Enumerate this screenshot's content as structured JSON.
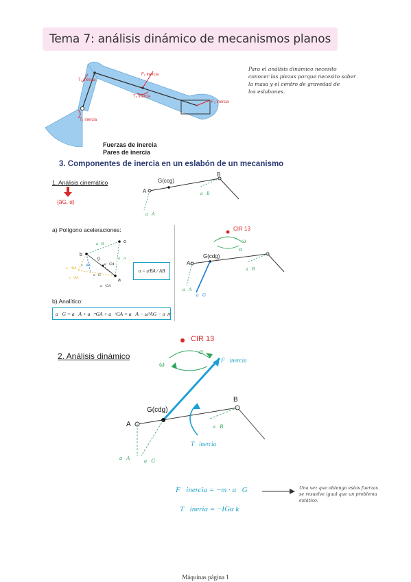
{
  "title": "Tema 7: análisis dinámico de mecanismos planos",
  "intro_note": {
    "line1": "Para el análisis dinámico necesito",
    "line2": "conocer las piezas porque necesito saber",
    "line3": "la masa y el centro de gravedad de",
    "line4": "los eslabones."
  },
  "figure1": {
    "labels": {
      "t_inercia_left": "T₁ inercia",
      "t_inercia_mid": "T₂ inercia",
      "f_inercia_upper": "F₂ inercia",
      "f_inercia_right": "F₃ inercia",
      "t_inercia_bottom": "T₁ inercia"
    },
    "caption1": "Fuerzas de inercia",
    "caption2": "Pares de inercia"
  },
  "section3_title": "3. Componentes de inercia en un eslabón de un mecanismo",
  "kinematic": {
    "heading": "1. Análisis cinemático",
    "output": "{a⃗G, α}",
    "point_a": "A",
    "point_b": "B",
    "point_g": "G(ccg)",
    "vec_ab": "a⃗B",
    "vec_aa": "a⃗A"
  },
  "polygon": {
    "heading": "a) Polígono aceleraciones:",
    "o_label": "o",
    "b_label": "b",
    "a_label": "a",
    "g_label": "g",
    "ab_label": "a⃗B",
    "aa_label": "a⃗A",
    "aba_label": "a⃗BA",
    "an_label": "a⃗ⁿBA",
    "at_label": "a⃗ᵗBA",
    "ag_label": "a⃗G",
    "aga_label": "a⃗GA",
    "agat_label": "a⃗ᵗGA",
    "alpha_formula": "α = aᵗBA / AB"
  },
  "cir_small": {
    "cir": "CIR 13",
    "omega": "ω",
    "alpha": "α",
    "g_label": "G(cdg)",
    "a_label": "A",
    "ab": "a⃗B",
    "aa": "a⃗A",
    "ag": "a⃗G"
  },
  "analytic": {
    "heading": "b) Analítico:",
    "formula": "a⃗G = a⃗A + a⃗ⁿGA + a⃗ᵗGA = a⃗A − ω²AG − α ∧ AG"
  },
  "section2_title": "2. Análisis dinámico",
  "dynamic": {
    "cir": "CIR 13",
    "omega": "ω",
    "alpha": "α",
    "f_inercia": "F⃗inercia",
    "t_inercia": "T⃗inercia",
    "g_label": "G(cdg)",
    "a_label": "A",
    "b_label": "B",
    "ab": "a⃗B",
    "aa": "a⃗A",
    "ag": "a⃗G"
  },
  "formulas": {
    "f": "F⃗inercia = −m · a⃗G",
    "t": "T⃗ineria = −IGα k⃗"
  },
  "final_note": {
    "line1": "Una vez que obtengo estas fuerzas",
    "line2": "se resuelve igual que un problema",
    "line3": "estático."
  },
  "footer": "Máquinas página 1",
  "colors": {
    "title_bg": "#fbe4f1",
    "mechanism_fill": "#9fcdf0",
    "inertia_red": "#d62b2b",
    "green": "#2fa55a",
    "blue": "#1f78d1",
    "teal": "#1aa3c8",
    "heading_blue": "#2c3a73"
  }
}
